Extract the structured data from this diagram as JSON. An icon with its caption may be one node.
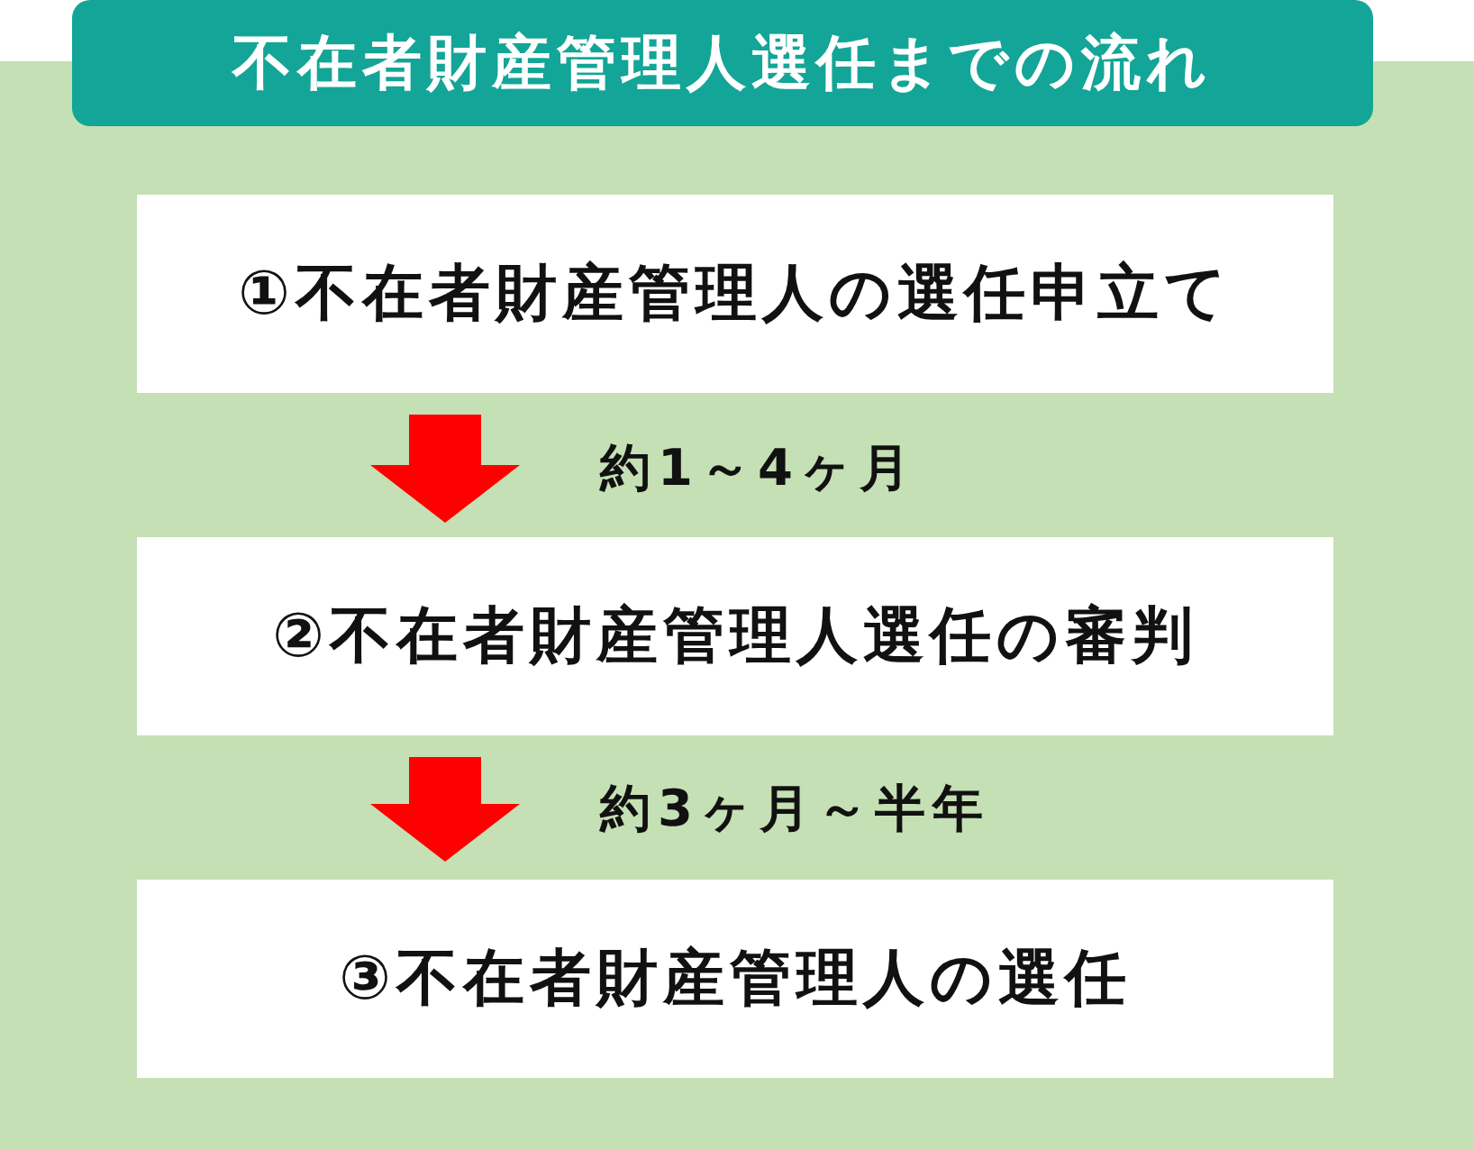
{
  "diagram": {
    "title": "不在者財産管理人選任までの流れ",
    "nodes": [
      {
        "text": [
          "①不在者財産管理人の選任申立て"
        ]
      },
      {
        "text": [
          "②不在者財産管理人選任の審判"
        ]
      },
      {
        "text": [
          "③不在者財産管理人の選任"
        ]
      }
    ],
    "edges": [
      {
        "from": 0,
        "to": 1,
        "arrow": "to",
        "label": "約1～4ヶ月"
      },
      {
        "from": 1,
        "to": 2,
        "arrow": "to",
        "label": "約3ヶ月～半年"
      }
    ]
  }
}
